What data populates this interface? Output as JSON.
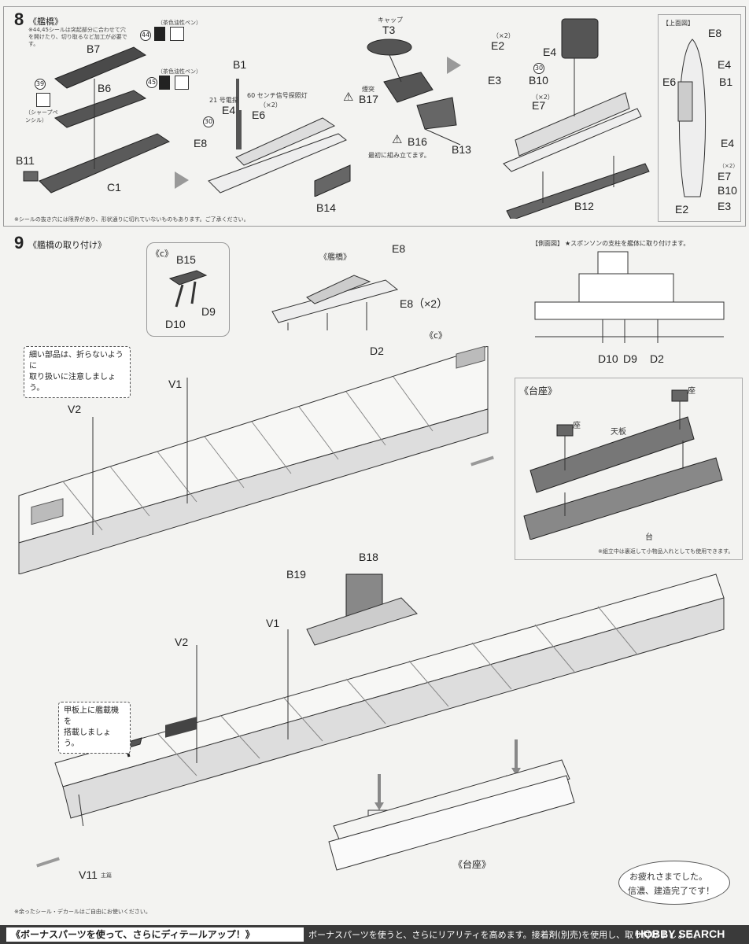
{
  "step8": {
    "number": "8",
    "title": "《艦橋》",
    "seal_note": "※44,45シールは突起部分に合わせて穴を開けたり、切り取るなど加工が必要です。",
    "pen1": "（茶色油性ペン）",
    "pen2": "（茶色油性ペン）",
    "sharp_pen": "（シャープペンシル）",
    "mark44": "44",
    "mark45": "45",
    "mark39": "39",
    "mark30a": "30",
    "mark30b": "30",
    "parts": {
      "B7": "B7",
      "B6": "B6",
      "B11": "B11",
      "C1": "C1",
      "B1": "B1",
      "E4": "E4",
      "E6": "E6",
      "E8": "E8",
      "B14": "B14",
      "T3": "T3",
      "B17": "B17",
      "B16": "B16",
      "B13": "B13",
      "E2": "E2",
      "E3": "E3",
      "B10": "B10",
      "E7": "E7",
      "B12": "B12",
      "E4b": "E4"
    },
    "label_21": "21 号電探",
    "label_60": "60 センチ信号探照灯",
    "x2_a": "（×2）",
    "x2_b": "（×2）",
    "x2_c": "（×2）",
    "cap": "キャップ",
    "funnel": "煙突",
    "first_assemble": "最初に組み立てます。",
    "footnote": "※シールの抜き穴には限界があり、形状通りに切れていないものもあります。ご了承ください。",
    "top_view": {
      "title": "【上面図】",
      "E8": "E8",
      "E4a": "E4",
      "E6": "E6",
      "B1": "B1",
      "E4b": "E4",
      "x2": "（×2）",
      "E7": "E7",
      "B10": "B10",
      "E2": "E2",
      "E3": "E3"
    }
  },
  "step9": {
    "number": "9",
    "title": "《艦橋の取り付け》",
    "inset_c": "《c》",
    "B15": "B15",
    "D9": "D9",
    "D10": "D10",
    "bridge": "《艦橋》",
    "E8": "E8",
    "E8x2": "E8（×2）",
    "D2": "D2",
    "c_mark": "《c》",
    "caution_small_parts": [
      "細い部品は、折らないように",
      "取り扱いに注意しましょう。"
    ],
    "V1": "V1",
    "V2": "V2",
    "side_view_title": "【側面図】",
    "side_view_note": "★スポンソンの支柱を艦体に取り付けます。",
    "side_labels": [
      "D10",
      "D9",
      "D2"
    ],
    "stand": {
      "title": "《台座》",
      "seat1": "座",
      "seat2": "座",
      "top_board": "天板",
      "base": "台",
      "note": "※組立中は裏返して小物品入れとしても使用できます。"
    },
    "B18": "B18",
    "B19": "B19",
    "V1b": "V1",
    "V2b": "V2",
    "V11": "V11",
    "main_mast": "主篇",
    "aircraft_note": [
      "甲板上に艦載機を",
      "搭載しましょう。"
    ],
    "stand2": "《台座》",
    "complete": [
      "お疲れさまでした。",
      "信濃、建造完了です！"
    ],
    "footnote": "※余ったシール・デカールはご自由にお使いください。"
  },
  "bottom": {
    "bonus": "《ボーナスパーツを使って、さらにディテールアップ！》",
    "text": "ボーナスパーツを使うと、さらにリアリティを高めます。接着剤(別売)を使用し、取り付けましょう。",
    "watermark": "HOBBY SEARCH"
  }
}
